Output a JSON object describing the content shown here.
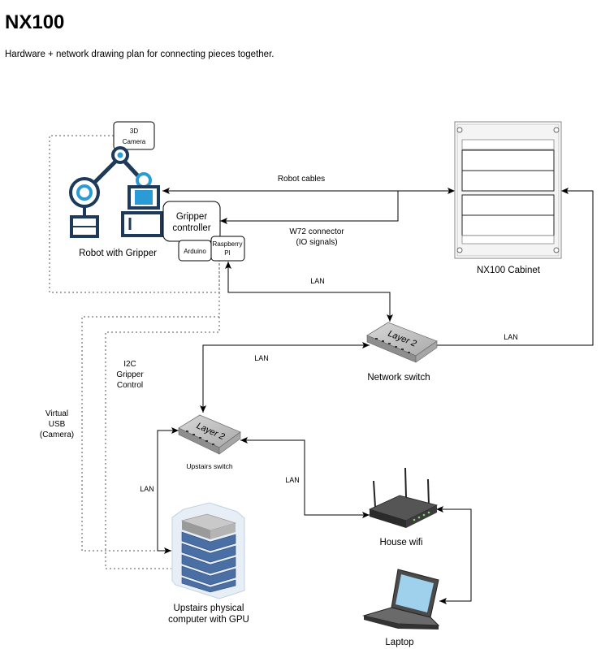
{
  "header": {
    "title": "NX100",
    "subtitle": "Hardware + network drawing plan for connecting pieces together."
  },
  "nodes": {
    "camera": "3D Camera",
    "camera_l1": "3D",
    "camera_l2": "Camera",
    "robot": "Robot with Gripper",
    "gripper_controller_l1": "Gripper",
    "gripper_controller_l2": "controller",
    "arduino": "Arduino",
    "raspberry_l1": "Raspberry",
    "raspberry_l2": "PI",
    "cabinet": "NX100 Cabinet",
    "network_switch": "Network switch",
    "network_switch_badge": "Layer 2",
    "upstairs_switch": "Upstairs switch",
    "upstairs_switch_badge": "Layer 2",
    "house_wifi": "House wifi",
    "laptop": "Laptop",
    "computer_l1": "Upstairs physical",
    "computer_l2": "computer with GPU"
  },
  "edges": {
    "robot_cables": "Robot cables",
    "w72_l1": "W72 connector",
    "w72_l2": "(IO signals)",
    "lan_rpi_switch": "LAN",
    "lan_cabinet_switch": "LAN",
    "lan_switch_upstairs": "LAN",
    "lan_upstairs_wifi": "LAN",
    "lan_upstairs_computer": "LAN",
    "i2c_l1": "I2C",
    "i2c_l2": "Gripper",
    "i2c_l3": "Control",
    "vusb_l1": "Virtual",
    "vusb_l2": "USB",
    "vusb_l3": "(Camera)"
  },
  "colors": {
    "robot_arm": "#1e3a5a",
    "robot_accent": "#2b9bd6",
    "server_blue": "#4a6fa5",
    "switch_gray": "#b7b7b7"
  }
}
